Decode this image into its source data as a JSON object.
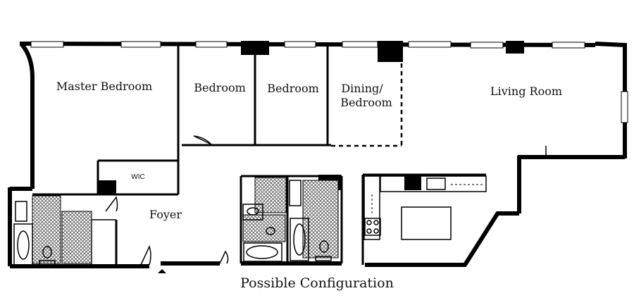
{
  "rooms": {
    "master_bedroom": "Master Bedroom",
    "bedroom_1": "Bedroom",
    "bedroom_2": "Bedroom",
    "dining_line1": "Dining/",
    "dining_line2": "Bedroom",
    "living_room": "Living Room",
    "wic": "WIC",
    "foyer": "Foyer"
  },
  "caption": "Possible Configuration",
  "colors": {
    "wall": "#000000",
    "background": "#ffffff"
  }
}
